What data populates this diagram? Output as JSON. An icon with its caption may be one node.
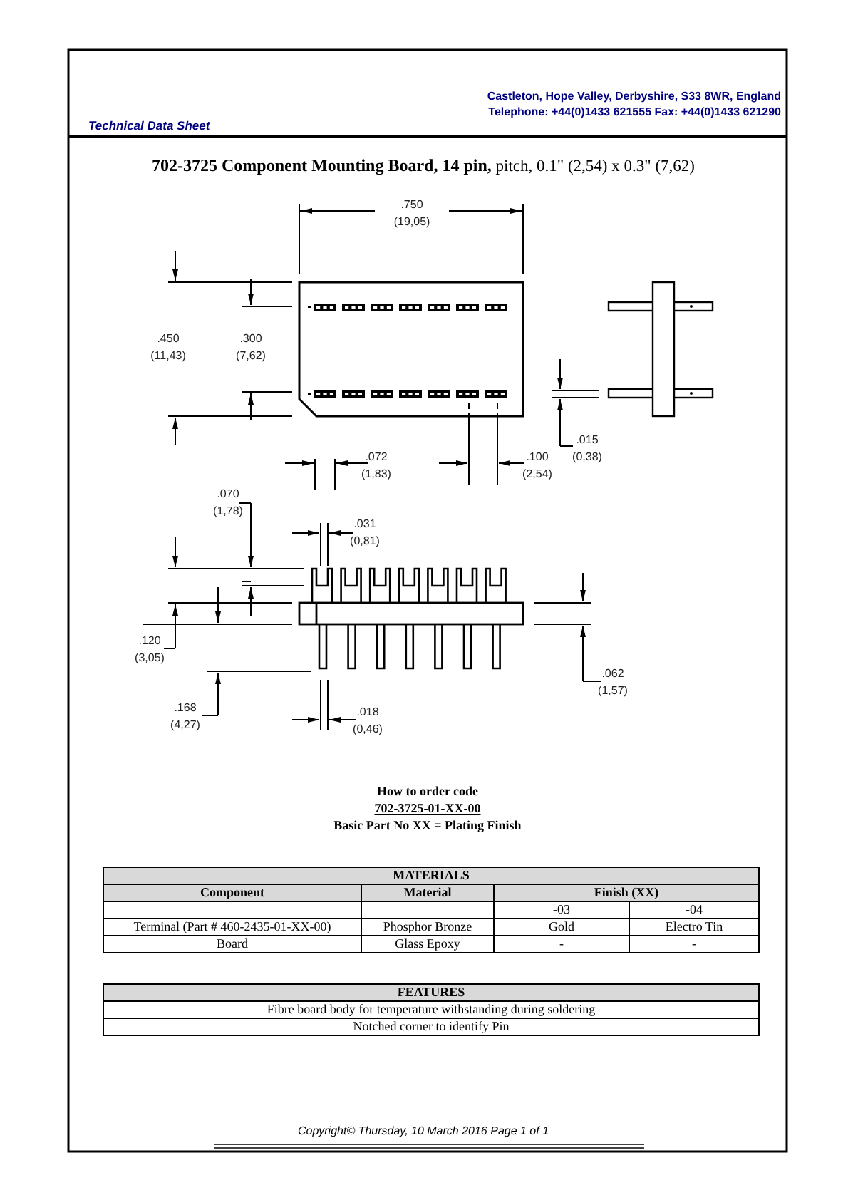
{
  "diagram": {
    "title": "**702-3725 Component Mounting Board, 14 pin,** pitch, 0.1\" (2,54) x 0.3\" (7,62)",
    "labels": [
      "Technical Data Sheet",
      "Castleton, Hope Valley, Derbyshire, S33 8WR, England",
      "Telephone: +44(0)1433 621555 Fax: +44(0)1433 621290",
      ".750 (19,05)",
      ".450 (11,43)",
      ".300 (7,62)",
      ".015 (0,38)",
      ".072 (1,83)",
      ".100 (2,54)",
      ".070 (1,78)",
      ".031 (0,81)",
      ".120 (3,05)",
      ".062 (1,57)",
      ".168 (4,27)",
      ".018 (0,46)",
      "How to order code",
      "702-3725-01-XX-00",
      "Basic Part No XX = Plating Finish",
      "MATERIALS",
      "Component",
      "Material",
      "Finish (XX)",
      "-03",
      "-04",
      "Terminal (Part # 460-2435-01-XX-00)",
      "Phosphor Bronze",
      "Gold",
      "Electro Tin",
      "Board",
      "Glass Epoxy",
      "-",
      "-",
      "FEATURES",
      "Fibre board body for temperature withstanding during soldering",
      "Notched corner to identify Pin",
      "Copyright© Thursday, 10 March 2016 Page 1 of 1"
    ]
  }
}
